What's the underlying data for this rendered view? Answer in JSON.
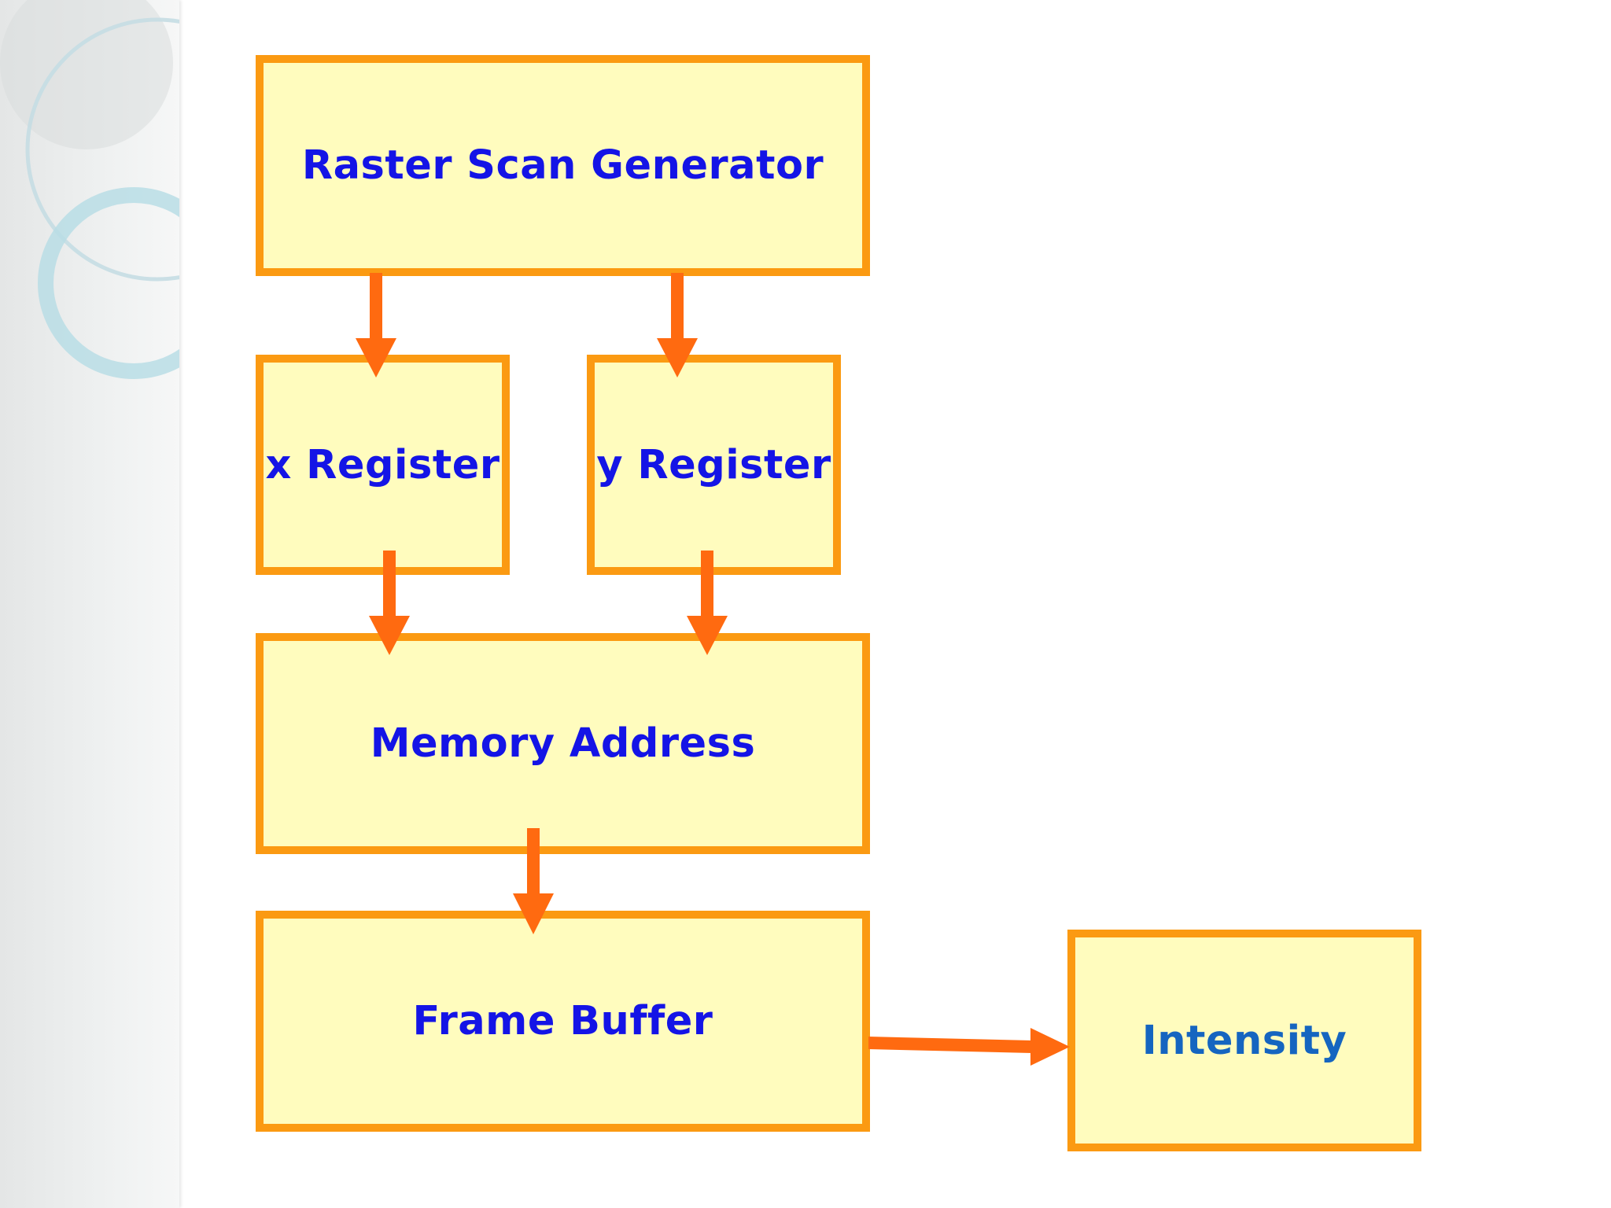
{
  "diagram": {
    "nodes": {
      "raster_scan_generator": "Raster Scan Generator",
      "x_register": "x Register",
      "y_register": "y Register",
      "memory_address": "Memory Address",
      "frame_buffer": "Frame Buffer",
      "intensity": "Intensity"
    },
    "edges": [
      {
        "from": "raster_scan_generator",
        "to": "x_register"
      },
      {
        "from": "raster_scan_generator",
        "to": "y_register"
      },
      {
        "from": "x_register",
        "to": "memory_address"
      },
      {
        "from": "y_register",
        "to": "memory_address"
      },
      {
        "from": "memory_address",
        "to": "frame_buffer"
      },
      {
        "from": "frame_buffer",
        "to": "intensity"
      }
    ]
  },
  "colors": {
    "box_fill": "#fffcbe",
    "box_border": "#fb9a12",
    "arrow": "#ff6a10",
    "label_text": "#1414e6",
    "intensity_text": "#1565c0"
  }
}
